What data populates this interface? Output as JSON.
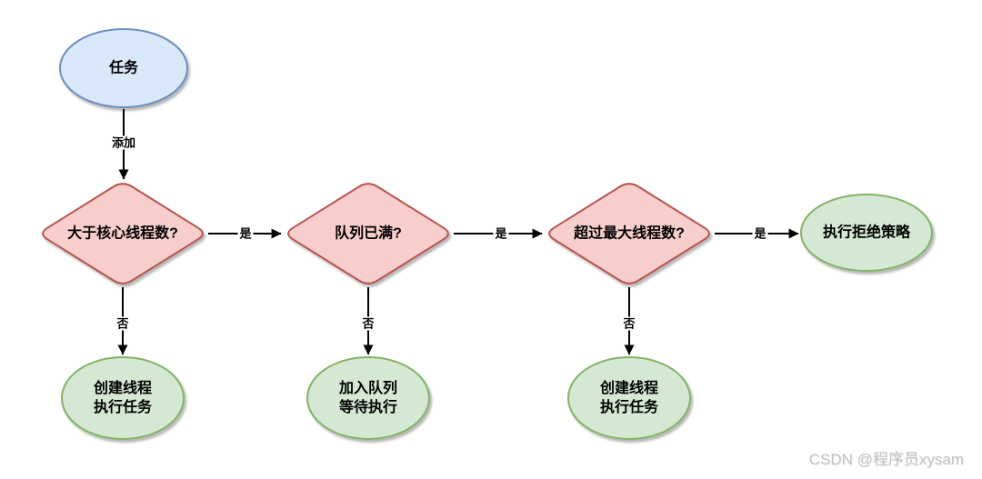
{
  "diagram": {
    "title_hint": "thread-pool-task-flowchart",
    "nodes": {
      "task": {
        "label": "任务"
      },
      "decision_core": {
        "label": "大于核心线程数?"
      },
      "decision_queue": {
        "label": "队列已满?"
      },
      "decision_max": {
        "label": "超过最大线程数?"
      },
      "reject": {
        "label": "执行拒绝策略"
      },
      "create_thread_1": {
        "line1": "创建线程",
        "line2": "执行任务"
      },
      "enqueue": {
        "line1": "加入队列",
        "line2": "等待执行"
      },
      "create_thread_2": {
        "line1": "创建线程",
        "line2": "执行任务"
      }
    },
    "edge_labels": {
      "add": "添加",
      "yes_1": "是",
      "yes_2": "是",
      "yes_3": "是",
      "no_1": "否",
      "no_2": "否",
      "no_3": "否"
    },
    "colors": {
      "task_fill": "#dae8fc",
      "task_stroke": "#6c8ebf",
      "decision_fill": "#f8cecc",
      "decision_stroke": "#b85450",
      "result_fill": "#d5e8d4",
      "result_stroke": "#82b366",
      "arrow": "#000000",
      "watermark": "#c0c0c0"
    }
  },
  "watermark": {
    "text": "CSDN @程序员xysam"
  }
}
